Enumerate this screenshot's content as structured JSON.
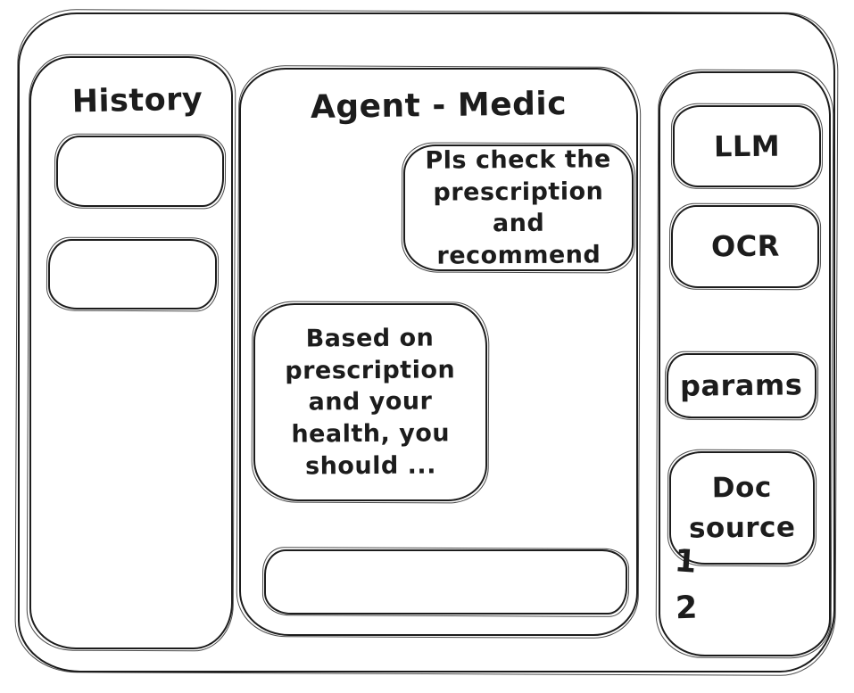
{
  "app": {
    "title": "Agent - Medic"
  },
  "sidebar": {
    "title": "History",
    "items": [
      {
        "label": ""
      },
      {
        "label": ""
      }
    ]
  },
  "chat": {
    "title": "Agent - Medic",
    "messages": [
      {
        "role": "user",
        "text": "Pls check the prescription and recommend"
      },
      {
        "role": "assistant",
        "text": "Based on prescription and your health, you should ..."
      }
    ],
    "input": {
      "value": "",
      "placeholder": ""
    }
  },
  "tools_panel": {
    "items": [
      {
        "label": "LLM"
      },
      {
        "label": "OCR"
      },
      {
        "label": "params"
      },
      {
        "label": "Doc source"
      }
    ],
    "doc_source_numbers": [
      "1",
      "2"
    ]
  },
  "colors": {
    "ink": "#1c1c1c",
    "background": "#ffffff"
  }
}
